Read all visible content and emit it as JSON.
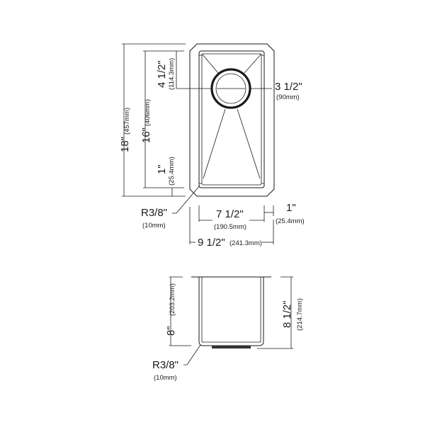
{
  "top_view": {
    "overall_length": {
      "imperial": "18\"",
      "metric": "(457mm)"
    },
    "bowl_length": {
      "imperial": "16\"",
      "metric": "(406mm)"
    },
    "drain_offset": {
      "imperial": "4 1/2\"",
      "metric": "(114.3mm)"
    },
    "flange_bottom": {
      "imperial": "1\"",
      "metric": "(25.4mm)"
    },
    "drain_diameter": {
      "imperial": "3 1/2\"",
      "metric": "(90mm)"
    },
    "corner_radius": {
      "imperial": "R3/8\"",
      "metric": "(10mm)"
    },
    "bowl_width": {
      "imperial": "7 1/2\"",
      "metric": "(190.5mm)"
    },
    "flange_side": {
      "imperial": "1\"",
      "metric": "(25.4mm)"
    },
    "overall_width": {
      "imperial": "9 1/2\"",
      "metric": "(241.3mm)"
    }
  },
  "side_view": {
    "bowl_depth": {
      "imperial": "8\"",
      "metric": "(203.2mm)"
    },
    "overall_depth": {
      "imperial": "8 1/2\"",
      "metric": "(214.7mm)"
    },
    "corner_radius": {
      "imperial": "R3/8\"",
      "metric": "(10mm)"
    }
  }
}
